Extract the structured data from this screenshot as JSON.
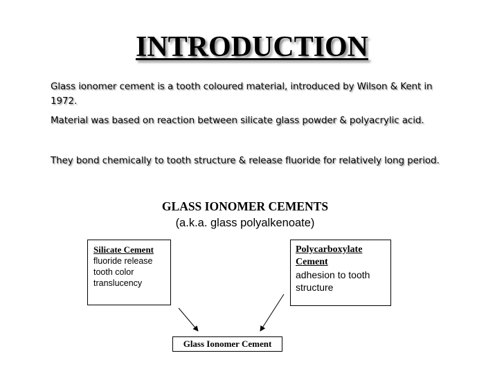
{
  "slide": {
    "title": "INTRODUCTION",
    "paragraphs": [
      "Glass ionomer cement is a tooth coloured material, introduced by Wilson & Kent in 1972.",
      "Material was based on reaction between silicate glass powder & polyacrylic acid.",
      "They bond chemically to tooth structure & release fluoride  for relatively long period."
    ]
  },
  "diagram": {
    "heading": "GLASS IONOMER CEMENTS",
    "subheading": "(a.k.a. glass polyalkenoate)",
    "left_box": {
      "title": "Silicate Cement",
      "lines": [
        "fluoride release",
        "tooth color",
        "translucency"
      ]
    },
    "right_box": {
      "title": "Polycarboxylate Cement",
      "lines": [
        "adhesion to tooth structure"
      ]
    },
    "bottom_box": {
      "label": "Glass Ionomer Cement"
    }
  }
}
